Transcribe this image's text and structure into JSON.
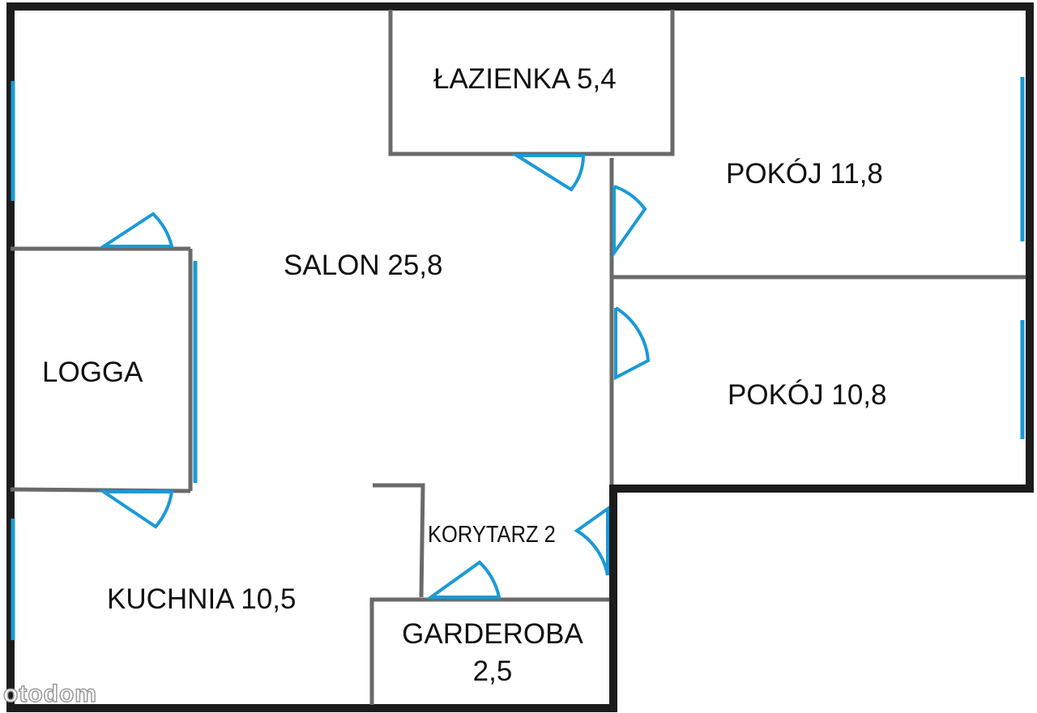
{
  "plan": {
    "colors": {
      "outer_wall": "#1c1c1c",
      "inner_wall": "#6a6a6a",
      "window": "#1a9ad6",
      "door": "#1a9ad6",
      "background": "#ffffff"
    },
    "rooms": [
      {
        "id": "lazienka",
        "label": "ŁAZIENKA 5,4"
      },
      {
        "id": "pokoj-1",
        "label": "POKÓJ 11,8"
      },
      {
        "id": "salon",
        "label": "SALON 25,8"
      },
      {
        "id": "logga",
        "label": "LOGGA"
      },
      {
        "id": "pokoj-2",
        "label": "POKÓJ 10,8"
      },
      {
        "id": "korytarz",
        "label": "KORYTARZ 2"
      },
      {
        "id": "kuchnia",
        "label": "KUCHNIA 10,5"
      },
      {
        "id": "garderoba",
        "label": "GARDEROBA",
        "label_line2": "2,5"
      }
    ],
    "watermark": "otodom"
  }
}
